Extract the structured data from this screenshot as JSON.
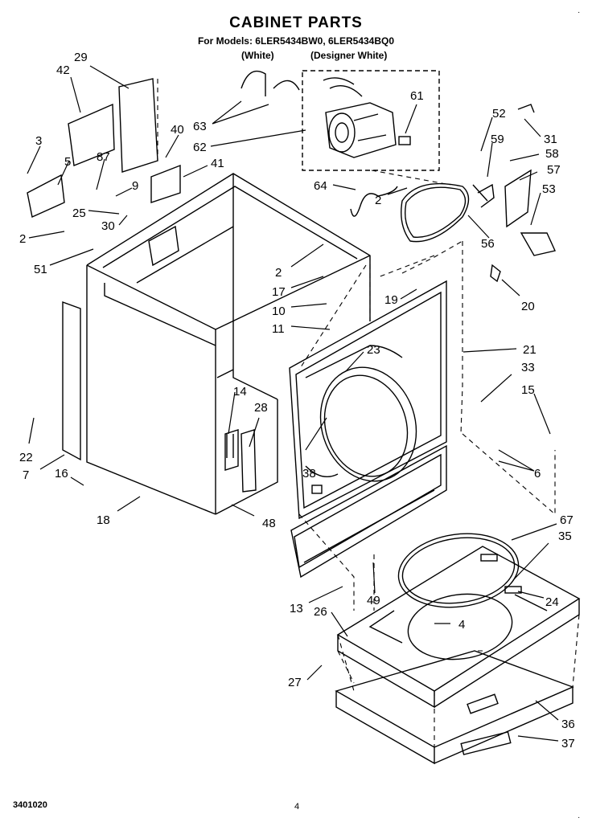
{
  "header": {
    "title": "CABINET PARTS",
    "models_line": "For Models: 6LER5434BW0, 6LER5434BQ0",
    "color_white": "(White)",
    "color_designer": "(Designer White)"
  },
  "footer": {
    "doc_number": "3401020",
    "page_number": "4"
  },
  "corner_mark": "·",
  "parts": [
    "29",
    "42",
    "3",
    "5",
    "87",
    "40",
    "41",
    "9",
    "25",
    "30",
    "2",
    "51",
    "63",
    "62",
    "61",
    "52",
    "31",
    "59",
    "58",
    "57",
    "53",
    "64",
    "2",
    "56",
    "2",
    "17",
    "10",
    "11",
    "19",
    "20",
    "21",
    "23",
    "33",
    "15",
    "22",
    "7",
    "14",
    "28",
    "38",
    "6",
    "16",
    "18",
    "48",
    "67",
    "35",
    "24",
    "13",
    "49",
    "26",
    "4",
    "27",
    "36",
    "37"
  ]
}
